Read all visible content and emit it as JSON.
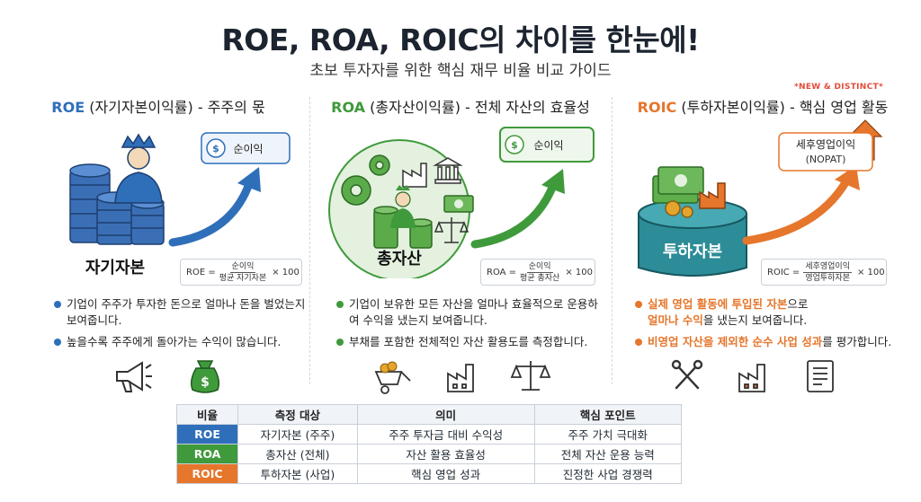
{
  "header": {
    "title": "ROE, ROA, ROIC의 차이를 한눈에!",
    "subtitle": "초보 투자자를 위한 핵심 재무 비율 비교 가이드"
  },
  "colors": {
    "roe": "#2f6fba",
    "roa": "#3f9a3c",
    "roic": "#e5762c",
    "accent_new": "#e34b3b"
  },
  "columns": {
    "roe": {
      "key": "ROE",
      "name": " (자기자본이익률) - 주주의 몫",
      "box_label": "순이익",
      "base_label": "자기자본",
      "formula": {
        "lhs": "ROE =",
        "num": "순이익",
        "den": "평균 자기자본",
        "mul": "× 100"
      },
      "bullets": [
        "기업이 주주가 투자한 돈으로 얼마나 돈을 벌었는지 보여줍니다.",
        "높을수록 주주에게 돌아가는 수익이 많습니다."
      ],
      "icons": [
        "megaphone-icon",
        "money-bag-icon"
      ]
    },
    "roa": {
      "key": "ROA",
      "name": " (총자산이익률) - 전체 자산의 효율성",
      "box_label": "순이익",
      "base_label": "총자산",
      "formula": {
        "lhs": "ROA =",
        "num": "순이익",
        "den": "평균 총자산",
        "mul": "× 100"
      },
      "bullets": [
        "기업이 보유한 모든 자산을 얼마나 효율적으로 운용하여 수익을 냈는지 보여줍니다.",
        "부채를 포함한 전체적인 자산 활용도를 측정합니다."
      ],
      "icons": [
        "wheelbarrow-icon",
        "factory-icon",
        "scale-icon"
      ]
    },
    "roic": {
      "key": "ROIC",
      "name": " (투하자본이익률) - 핵심 영업 활동",
      "badge": "*NEW & DISTINCT*",
      "box_label": "세후영업이익",
      "box_sub": "(NOPAT)",
      "base_label": "투하자본",
      "formula": {
        "lhs": "ROIC =",
        "num": "세후영업이익",
        "den": "영업투하자본",
        "mul": "× 100"
      },
      "bullet1": {
        "a": "실제 영업 활동에 투입된 자본",
        "b": "으로",
        "c": "얼마나 수익",
        "d": "을 냈는지 보여줍니다."
      },
      "bullet2": {
        "a": "비영업 자산을 제외한 순수 사업 성과",
        "b": "를 평가합니다."
      },
      "icons": [
        "tools-icon",
        "factory-icon",
        "newspaper-icon"
      ]
    }
  },
  "table": {
    "headers": [
      "비율",
      "측정 대상",
      "의미",
      "핵심 포인트"
    ],
    "rows": [
      [
        "ROE",
        "자기자본 (주주)",
        "주주 투자금 대비 수익성",
        "주주 가치 극대화"
      ],
      [
        "ROA",
        "총자산 (전체)",
        "자산 활용 효율성",
        "전체 자산 운용 능력"
      ],
      [
        "ROIC",
        "투하자본 (사업)",
        "핵심 영업 성과",
        "진정한 사업 경쟁력"
      ]
    ]
  }
}
